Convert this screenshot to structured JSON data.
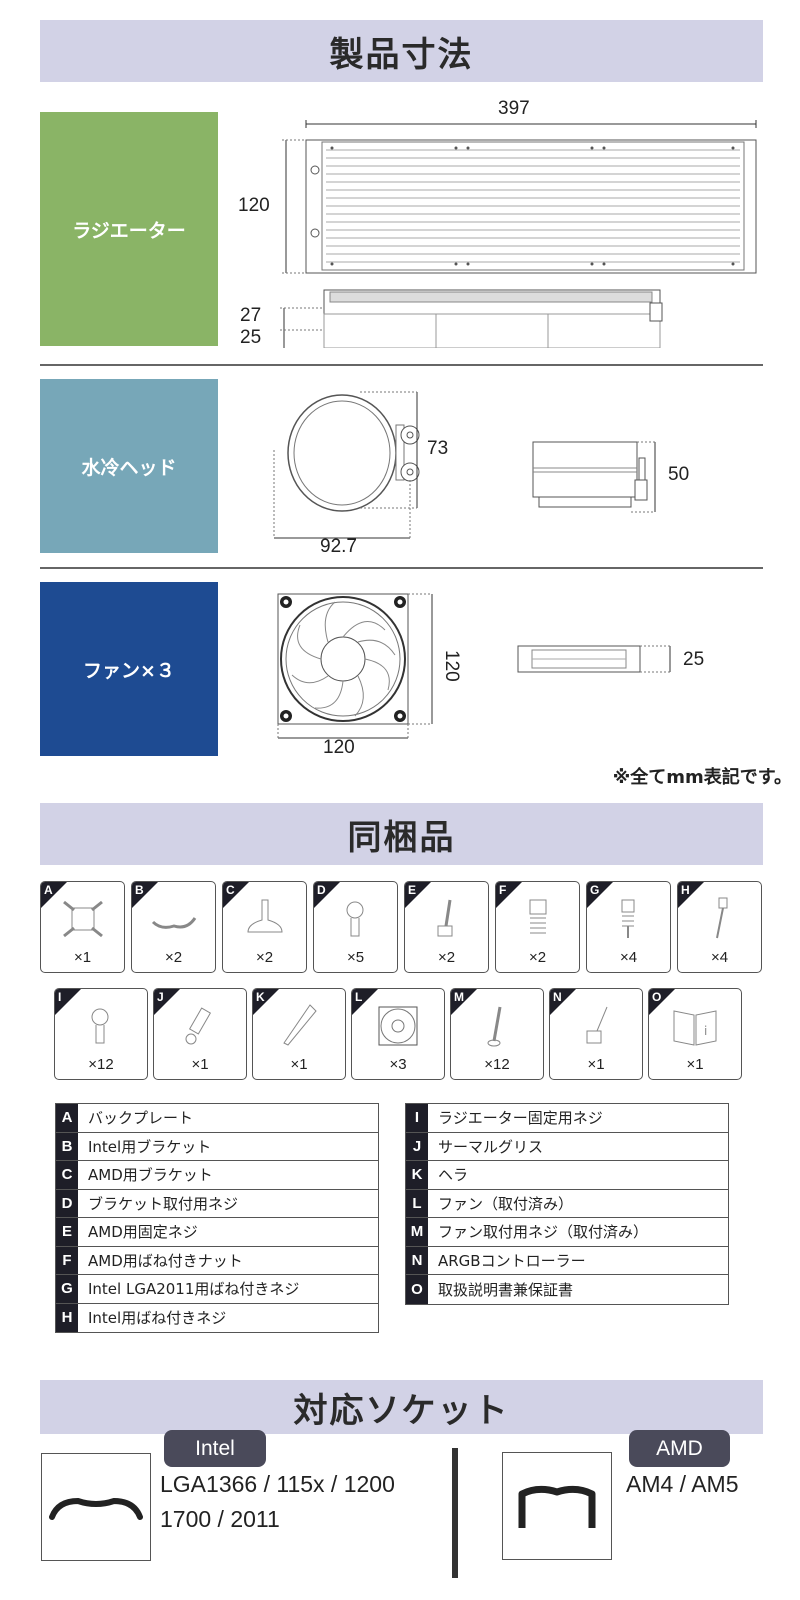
{
  "dimensions_section": {
    "title": "製品寸法",
    "radiator": {
      "label": "ラジエーター",
      "color": "#8ab466",
      "width": "397",
      "height": "120",
      "thickness_radiator": "27",
      "thickness_fan": "25"
    },
    "water_head": {
      "label": "水冷ヘッド",
      "color": "#77a7b8",
      "height": "73",
      "width": "92.7",
      "side_height": "50"
    },
    "fan": {
      "label": "ファン×３",
      "color": "#1e4b92",
      "height": "120",
      "width": "120",
      "thickness": "25"
    },
    "note": "※全てmm表記です。"
  },
  "contents_section": {
    "title": "同梱品",
    "parts": [
      {
        "letter": "A",
        "qty": "×1",
        "icon": "backplate-icon",
        "name": "バックプレート"
      },
      {
        "letter": "B",
        "qty": "×2",
        "icon": "intel-bracket-icon",
        "name": "Intel用ブラケット"
      },
      {
        "letter": "C",
        "qty": "×2",
        "icon": "amd-bracket-icon",
        "name": "AMD用ブラケット"
      },
      {
        "letter": "D",
        "qty": "×5",
        "icon": "screw-icon",
        "name": "ブラケット取付用ネジ"
      },
      {
        "letter": "E",
        "qty": "×2",
        "icon": "standoff-screw-icon",
        "name": "AMD用固定ネジ"
      },
      {
        "letter": "F",
        "qty": "×2",
        "icon": "spring-nut-icon",
        "name": "AMD用ばね付きナット"
      },
      {
        "letter": "G",
        "qty": "×4",
        "icon": "spring-screw-icon",
        "name": "Intel LGA2011用ばね付きネジ"
      },
      {
        "letter": "H",
        "qty": "×4",
        "icon": "long-screw-icon",
        "name": "Intel用ばね付きネジ"
      },
      {
        "letter": "I",
        "qty": "×12",
        "icon": "radiator-screw-icon",
        "name": "ラジエーター固定用ネジ"
      },
      {
        "letter": "J",
        "qty": "×1",
        "icon": "thermal-grease-icon",
        "name": "サーマルグリス"
      },
      {
        "letter": "K",
        "qty": "×1",
        "icon": "spatula-icon",
        "name": "ヘラ"
      },
      {
        "letter": "L",
        "qty": "×3",
        "icon": "fan-icon",
        "name": "ファン（取付済み）"
      },
      {
        "letter": "M",
        "qty": "×12",
        "icon": "fan-screw-icon",
        "name": "ファン取付用ネジ（取付済み）"
      },
      {
        "letter": "N",
        "qty": "×1",
        "icon": "argb-controller-icon",
        "name": "ARGBコントローラー"
      },
      {
        "letter": "O",
        "qty": "×1",
        "icon": "manual-icon",
        "name": "取扱説明書兼保証書"
      }
    ]
  },
  "socket_section": {
    "title": "対応ソケット",
    "intel": {
      "badge": "Intel",
      "line1": "LGA1366 / 115x / 1200",
      "line2": "1700 / 2011"
    },
    "amd": {
      "badge": "AMD",
      "line1": "AM4 / AM5"
    }
  }
}
